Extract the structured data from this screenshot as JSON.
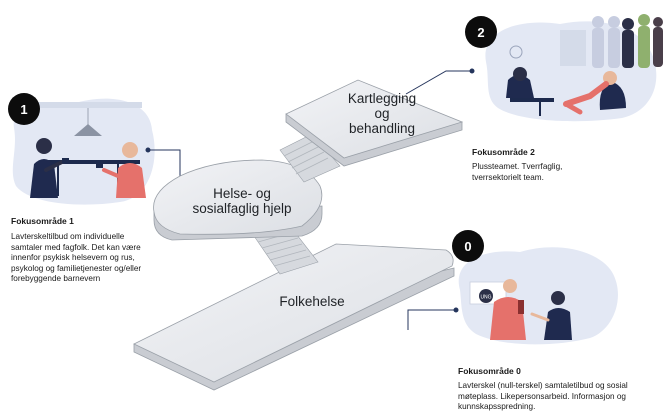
{
  "badges": [
    "1",
    "2",
    "0"
  ],
  "platforms": {
    "top": {
      "label_line1": "Kartlegging",
      "label_line2": "og",
      "label_line3": "behandling"
    },
    "middle": {
      "label_line1": "Helse- og",
      "label_line2": "sosialfaglig hjelp"
    },
    "bottom": {
      "label": "Folkehelse"
    }
  },
  "focus_areas": [
    {
      "id": "1",
      "title": "Fokusområde 1",
      "lines": [
        "Lavterskeltilbud om individuelle",
        "samtaler med fagfolk. Det kan være",
        "innenfor psykisk helsevern og rus,",
        "psykolog og familietjenester og/eller",
        "forebyggende barnevern"
      ]
    },
    {
      "id": "2",
      "title": "Fokusområde 2",
      "lines": [
        "Plussteamet. Tverrfaglig,",
        "tverrsektorielt team."
      ]
    },
    {
      "id": "0",
      "title": "Fokusområde 0",
      "lines": [
        "Lavterskel (null-terskel) samtaletilbud og sosial",
        "møteplass. Likepersonsarbeid. Informasjon og",
        "kunnskapsspredning."
      ]
    }
  ],
  "illustration_sign": "UNG",
  "colors": {
    "platform_top": "#e9ebef",
    "platform_side": "#c9ccd2",
    "platform_edge": "#9aa0a8",
    "blob": "#e3e8f4",
    "badge": "#0c0c0c",
    "connector": "#25355c"
  }
}
